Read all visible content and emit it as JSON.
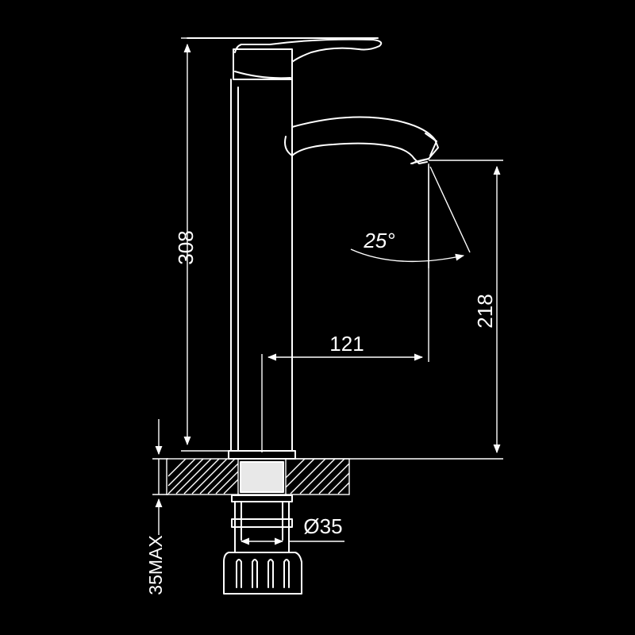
{
  "colors": {
    "background": "#000000",
    "line": "#ffffff"
  },
  "dimensions": {
    "total_height": "308",
    "spout_height": "218",
    "spout_reach": "121",
    "spout_angle": "25°",
    "hole_diameter": "Ø35",
    "max_deck_thickness": "35MAX"
  }
}
